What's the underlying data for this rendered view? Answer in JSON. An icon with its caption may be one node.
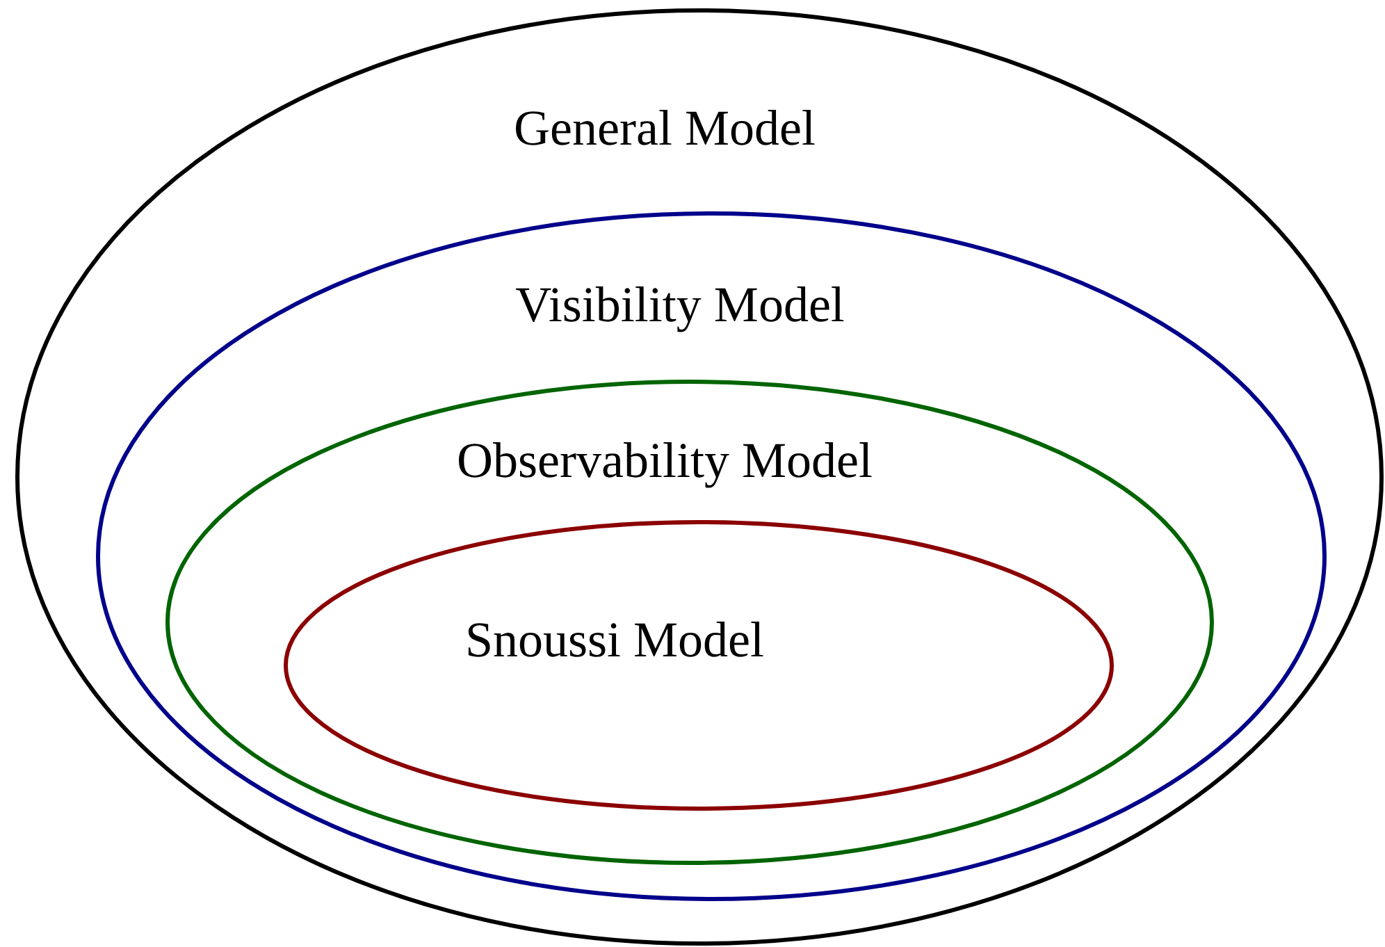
{
  "diagram": {
    "nodes": [
      {
        "text": [
          "General Model"
        ]
      },
      {
        "text": [
          "Visibility Model"
        ],
        "in": 0
      },
      {
        "text": [
          "Observability Model"
        ],
        "in": 1
      },
      {
        "text": [
          "Snoussi Model"
        ],
        "in": 2
      }
    ]
  }
}
